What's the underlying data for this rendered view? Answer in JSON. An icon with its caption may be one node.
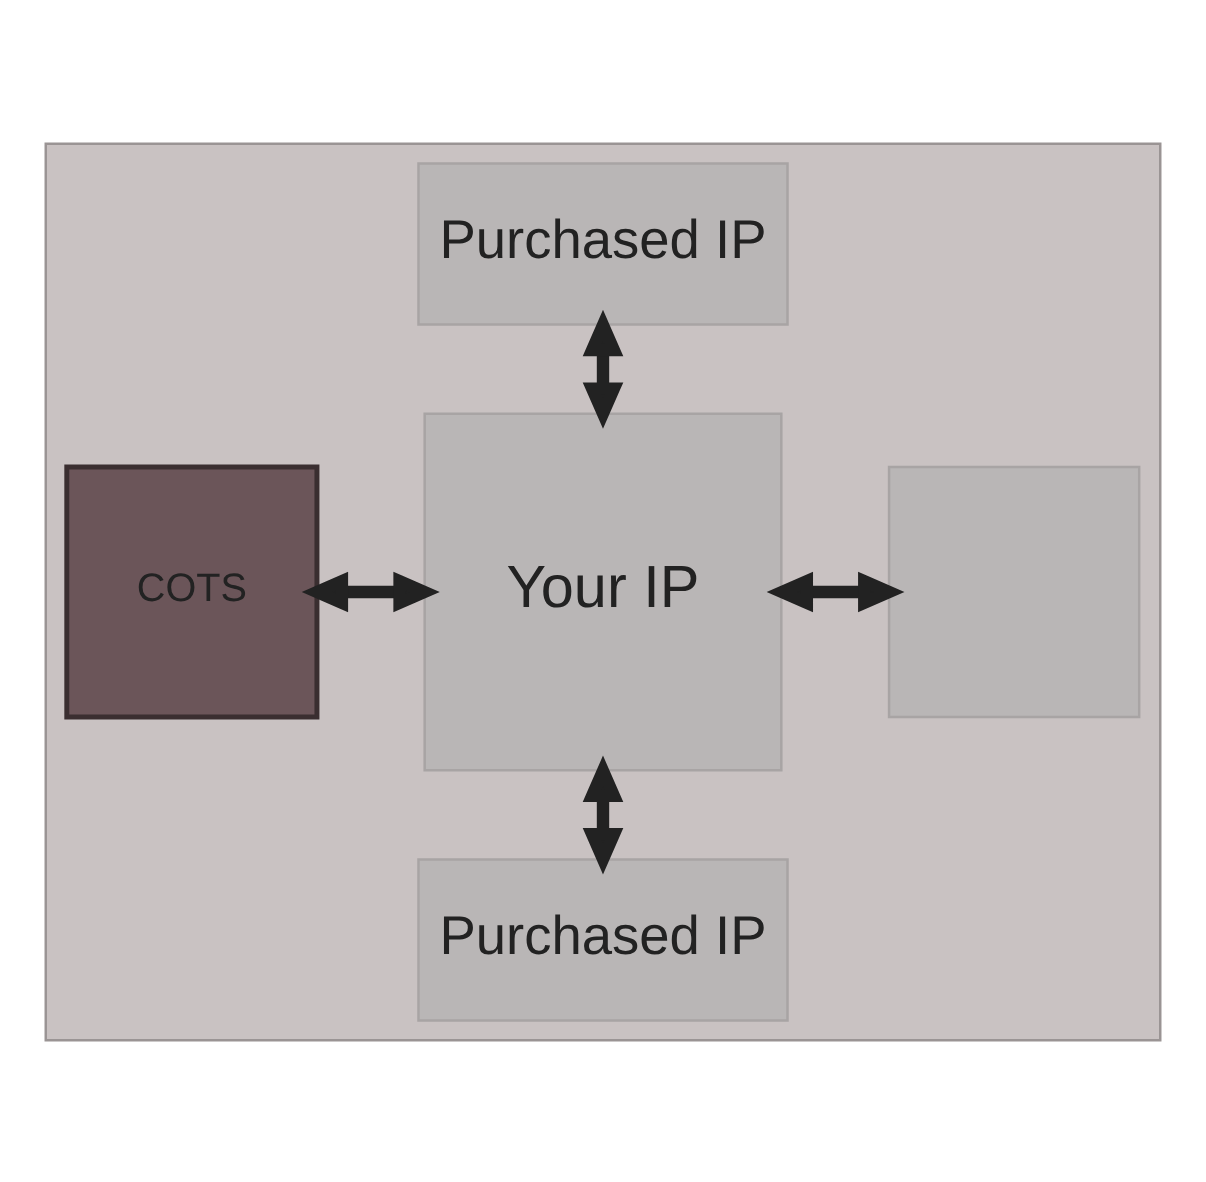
{
  "diagram": {
    "nodes": [
      {
        "text": [],
        "shape": "box"
      },
      {
        "text": [
          "Purchased IP"
        ],
        "in": 0
      },
      {
        "text": [
          "COTS"
        ],
        "in": 0
      },
      {
        "text": [
          "Your IP"
        ],
        "in": 0
      },
      {
        "text": [],
        "shape": "box",
        "in": 0
      },
      {
        "text": [
          "Purchased IP"
        ],
        "in": 0
      }
    ],
    "edges": [
      {
        "from": 1,
        "to": 3,
        "arrow": "both"
      },
      {
        "from": 2,
        "to": 3,
        "arrow": "both"
      },
      {
        "from": 3,
        "to": 4,
        "arrow": "both"
      },
      {
        "from": 3,
        "to": 5,
        "arrow": "both"
      }
    ]
  }
}
